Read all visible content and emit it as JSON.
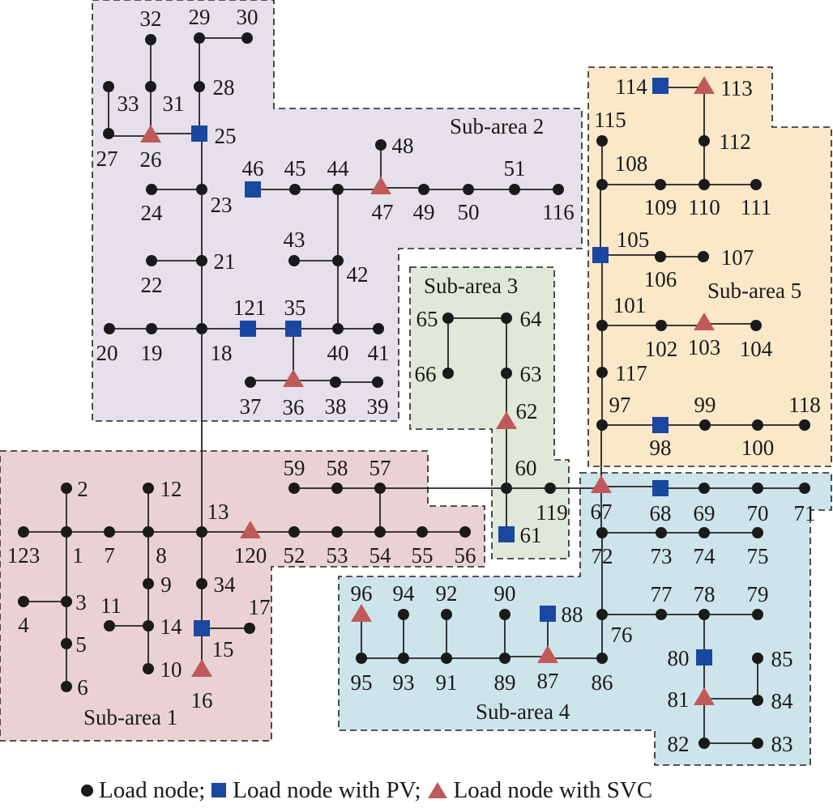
{
  "figure": {
    "type": "distribution network partition diagram",
    "colors": {
      "load_node": "#1a1a1a",
      "pv_node": "#1a47a0",
      "svc_node": "#c05a5a",
      "sub_area_1": "#ead2d4",
      "sub_area_2": "#e5e0ea",
      "sub_area_3": "#e0e9d9",
      "sub_area_4": "#cde4ea",
      "sub_area_5": "#fae8c8"
    }
  },
  "sub_areas": [
    {
      "id": "1",
      "label": "Sub-area 1"
    },
    {
      "id": "2",
      "label": "Sub-area 2"
    },
    {
      "id": "3",
      "label": "Sub-area 3"
    },
    {
      "id": "4",
      "label": "Sub-area 4"
    },
    {
      "id": "5",
      "label": "Sub-area 5"
    }
  ],
  "nodes": [
    {
      "id": "1",
      "type": "load",
      "area": "1"
    },
    {
      "id": "2",
      "type": "load",
      "area": "1"
    },
    {
      "id": "3",
      "type": "load",
      "area": "1"
    },
    {
      "id": "4",
      "type": "load",
      "area": "1"
    },
    {
      "id": "5",
      "type": "load",
      "area": "1"
    },
    {
      "id": "6",
      "type": "load",
      "area": "1"
    },
    {
      "id": "7",
      "type": "load",
      "area": "1"
    },
    {
      "id": "8",
      "type": "load",
      "area": "1"
    },
    {
      "id": "9",
      "type": "load",
      "area": "1"
    },
    {
      "id": "10",
      "type": "load",
      "area": "1"
    },
    {
      "id": "11",
      "type": "load",
      "area": "1"
    },
    {
      "id": "12",
      "type": "load",
      "area": "1"
    },
    {
      "id": "13",
      "type": "load",
      "area": "1"
    },
    {
      "id": "14",
      "type": "load",
      "area": "1"
    },
    {
      "id": "15",
      "type": "pv",
      "area": "1"
    },
    {
      "id": "16",
      "type": "svc",
      "area": "1"
    },
    {
      "id": "17",
      "type": "load",
      "area": "1"
    },
    {
      "id": "34",
      "type": "load",
      "area": "1"
    },
    {
      "id": "52",
      "type": "load",
      "area": "1"
    },
    {
      "id": "53",
      "type": "load",
      "area": "1"
    },
    {
      "id": "54",
      "type": "load",
      "area": "1"
    },
    {
      "id": "55",
      "type": "load",
      "area": "1"
    },
    {
      "id": "56",
      "type": "load",
      "area": "1"
    },
    {
      "id": "57",
      "type": "load",
      "area": "1"
    },
    {
      "id": "58",
      "type": "load",
      "area": "1"
    },
    {
      "id": "59",
      "type": "load",
      "area": "1"
    },
    {
      "id": "120",
      "type": "svc",
      "area": "1"
    },
    {
      "id": "123",
      "type": "load",
      "area": "1"
    },
    {
      "id": "18",
      "type": "load",
      "area": "2"
    },
    {
      "id": "19",
      "type": "load",
      "area": "2"
    },
    {
      "id": "20",
      "type": "load",
      "area": "2"
    },
    {
      "id": "21",
      "type": "load",
      "area": "2"
    },
    {
      "id": "22",
      "type": "load",
      "area": "2"
    },
    {
      "id": "23",
      "type": "load",
      "area": "2"
    },
    {
      "id": "24",
      "type": "load",
      "area": "2"
    },
    {
      "id": "25",
      "type": "pv",
      "area": "2"
    },
    {
      "id": "26",
      "type": "svc",
      "area": "2"
    },
    {
      "id": "27",
      "type": "load",
      "area": "2"
    },
    {
      "id": "28",
      "type": "load",
      "area": "2"
    },
    {
      "id": "29",
      "type": "load",
      "area": "2"
    },
    {
      "id": "30",
      "type": "load",
      "area": "2"
    },
    {
      "id": "31",
      "type": "load",
      "area": "2"
    },
    {
      "id": "32",
      "type": "load",
      "area": "2"
    },
    {
      "id": "33",
      "type": "load",
      "area": "2"
    },
    {
      "id": "35",
      "type": "pv",
      "area": "2"
    },
    {
      "id": "36",
      "type": "svc",
      "area": "2"
    },
    {
      "id": "37",
      "type": "load",
      "area": "2"
    },
    {
      "id": "38",
      "type": "load",
      "area": "2"
    },
    {
      "id": "39",
      "type": "load",
      "area": "2"
    },
    {
      "id": "40",
      "type": "load",
      "area": "2"
    },
    {
      "id": "41",
      "type": "load",
      "area": "2"
    },
    {
      "id": "42",
      "type": "load",
      "area": "2"
    },
    {
      "id": "43",
      "type": "load",
      "area": "2"
    },
    {
      "id": "44",
      "type": "load",
      "area": "2"
    },
    {
      "id": "45",
      "type": "load",
      "area": "2"
    },
    {
      "id": "46",
      "type": "pv",
      "area": "2"
    },
    {
      "id": "47",
      "type": "svc",
      "area": "2"
    },
    {
      "id": "48",
      "type": "load",
      "area": "2"
    },
    {
      "id": "49",
      "type": "load",
      "area": "2"
    },
    {
      "id": "50",
      "type": "load",
      "area": "2"
    },
    {
      "id": "51",
      "type": "load",
      "area": "2"
    },
    {
      "id": "116",
      "type": "load",
      "area": "2"
    },
    {
      "id": "121",
      "type": "pv",
      "area": "2"
    },
    {
      "id": "60",
      "type": "load",
      "area": "3"
    },
    {
      "id": "61",
      "type": "pv",
      "area": "3"
    },
    {
      "id": "62",
      "type": "svc",
      "area": "3"
    },
    {
      "id": "63",
      "type": "load",
      "area": "3"
    },
    {
      "id": "64",
      "type": "load",
      "area": "3"
    },
    {
      "id": "65",
      "type": "load",
      "area": "3"
    },
    {
      "id": "66",
      "type": "load",
      "area": "3"
    },
    {
      "id": "119",
      "type": "load",
      "area": "3"
    },
    {
      "id": "67",
      "type": "svc",
      "area": "4"
    },
    {
      "id": "68",
      "type": "pv",
      "area": "4"
    },
    {
      "id": "69",
      "type": "load",
      "area": "4"
    },
    {
      "id": "70",
      "type": "load",
      "area": "4"
    },
    {
      "id": "71",
      "type": "load",
      "area": "4"
    },
    {
      "id": "72",
      "type": "load",
      "area": "4"
    },
    {
      "id": "73",
      "type": "load",
      "area": "4"
    },
    {
      "id": "74",
      "type": "load",
      "area": "4"
    },
    {
      "id": "75",
      "type": "load",
      "area": "4"
    },
    {
      "id": "76",
      "type": "load",
      "area": "4"
    },
    {
      "id": "77",
      "type": "load",
      "area": "4"
    },
    {
      "id": "78",
      "type": "load",
      "area": "4"
    },
    {
      "id": "79",
      "type": "load",
      "area": "4"
    },
    {
      "id": "80",
      "type": "pv",
      "area": "4"
    },
    {
      "id": "81",
      "type": "svc",
      "area": "4"
    },
    {
      "id": "82",
      "type": "load",
      "area": "4"
    },
    {
      "id": "83",
      "type": "load",
      "area": "4"
    },
    {
      "id": "84",
      "type": "load",
      "area": "4"
    },
    {
      "id": "85",
      "type": "load",
      "area": "4"
    },
    {
      "id": "86",
      "type": "load",
      "area": "4"
    },
    {
      "id": "87",
      "type": "svc",
      "area": "4"
    },
    {
      "id": "88",
      "type": "pv",
      "area": "4"
    },
    {
      "id": "89",
      "type": "load",
      "area": "4"
    },
    {
      "id": "90",
      "type": "load",
      "area": "4"
    },
    {
      "id": "91",
      "type": "load",
      "area": "4"
    },
    {
      "id": "92",
      "type": "load",
      "area": "4"
    },
    {
      "id": "93",
      "type": "load",
      "area": "4"
    },
    {
      "id": "94",
      "type": "load",
      "area": "4"
    },
    {
      "id": "95",
      "type": "load",
      "area": "4"
    },
    {
      "id": "96",
      "type": "svc",
      "area": "4"
    },
    {
      "id": "97",
      "type": "load",
      "area": "5"
    },
    {
      "id": "98",
      "type": "pv",
      "area": "5"
    },
    {
      "id": "99",
      "type": "load",
      "area": "5"
    },
    {
      "id": "100",
      "type": "load",
      "area": "5"
    },
    {
      "id": "101",
      "type": "load",
      "area": "5"
    },
    {
      "id": "102",
      "type": "load",
      "area": "5"
    },
    {
      "id": "103",
      "type": "svc",
      "area": "5"
    },
    {
      "id": "104",
      "type": "load",
      "area": "5"
    },
    {
      "id": "105",
      "type": "pv",
      "area": "5"
    },
    {
      "id": "106",
      "type": "load",
      "area": "5"
    },
    {
      "id": "107",
      "type": "load",
      "area": "5"
    },
    {
      "id": "108",
      "type": "load",
      "area": "5"
    },
    {
      "id": "109",
      "type": "load",
      "area": "5"
    },
    {
      "id": "110",
      "type": "load",
      "area": "5"
    },
    {
      "id": "111",
      "type": "load",
      "area": "5"
    },
    {
      "id": "112",
      "type": "load",
      "area": "5"
    },
    {
      "id": "113",
      "type": "svc",
      "area": "5"
    },
    {
      "id": "114",
      "type": "pv",
      "area": "5"
    },
    {
      "id": "115",
      "type": "load",
      "area": "5"
    },
    {
      "id": "117",
      "type": "load",
      "area": "5"
    },
    {
      "id": "118",
      "type": "load",
      "area": "5"
    }
  ],
  "edges": [
    [
      "123",
      "1"
    ],
    [
      "1",
      "7"
    ],
    [
      "7",
      "8"
    ],
    [
      "8",
      "13"
    ],
    [
      "13",
      "120"
    ],
    [
      "120",
      "52"
    ],
    [
      "52",
      "53"
    ],
    [
      "53",
      "54"
    ],
    [
      "54",
      "55"
    ],
    [
      "55",
      "56"
    ],
    [
      "1",
      "2"
    ],
    [
      "1",
      "3"
    ],
    [
      "3",
      "4"
    ],
    [
      "3",
      "5"
    ],
    [
      "5",
      "6"
    ],
    [
      "8",
      "12"
    ],
    [
      "8",
      "9"
    ],
    [
      "9",
      "14"
    ],
    [
      "14",
      "11"
    ],
    [
      "14",
      "10"
    ],
    [
      "13",
      "34"
    ],
    [
      "34",
      "15"
    ],
    [
      "15",
      "17"
    ],
    [
      "15",
      "16"
    ],
    [
      "54",
      "57"
    ],
    [
      "57",
      "58"
    ],
    [
      "58",
      "59"
    ],
    [
      "57",
      "60"
    ],
    [
      "13",
      "18"
    ],
    [
      "18",
      "19"
    ],
    [
      "19",
      "20"
    ],
    [
      "18",
      "21"
    ],
    [
      "21",
      "22"
    ],
    [
      "21",
      "23"
    ],
    [
      "23",
      "24"
    ],
    [
      "23",
      "25"
    ],
    [
      "25",
      "26"
    ],
    [
      "26",
      "27"
    ],
    [
      "27",
      "33"
    ],
    [
      "26",
      "31"
    ],
    [
      "31",
      "32"
    ],
    [
      "25",
      "28"
    ],
    [
      "28",
      "29"
    ],
    [
      "29",
      "30"
    ],
    [
      "18",
      "121"
    ],
    [
      "121",
      "35"
    ],
    [
      "35",
      "40"
    ],
    [
      "40",
      "41"
    ],
    [
      "35",
      "36"
    ],
    [
      "36",
      "37"
    ],
    [
      "36",
      "38"
    ],
    [
      "38",
      "39"
    ],
    [
      "40",
      "42"
    ],
    [
      "42",
      "43"
    ],
    [
      "42",
      "44"
    ],
    [
      "44",
      "45"
    ],
    [
      "45",
      "46"
    ],
    [
      "44",
      "47"
    ],
    [
      "47",
      "48"
    ],
    [
      "47",
      "49"
    ],
    [
      "49",
      "50"
    ],
    [
      "50",
      "51"
    ],
    [
      "51",
      "116"
    ],
    [
      "60",
      "61"
    ],
    [
      "60",
      "62"
    ],
    [
      "62",
      "63"
    ],
    [
      "63",
      "64"
    ],
    [
      "64",
      "65"
    ],
    [
      "65",
      "66"
    ],
    [
      "60",
      "119"
    ],
    [
      "119",
      "67"
    ],
    [
      "67",
      "68"
    ],
    [
      "68",
      "69"
    ],
    [
      "69",
      "70"
    ],
    [
      "70",
      "71"
    ],
    [
      "67",
      "72"
    ],
    [
      "72",
      "73"
    ],
    [
      "73",
      "74"
    ],
    [
      "74",
      "75"
    ],
    [
      "72",
      "76"
    ],
    [
      "76",
      "77"
    ],
    [
      "77",
      "78"
    ],
    [
      "78",
      "79"
    ],
    [
      "78",
      "80"
    ],
    [
      "80",
      "81"
    ],
    [
      "81",
      "84"
    ],
    [
      "84",
      "85"
    ],
    [
      "81",
      "82"
    ],
    [
      "82",
      "83"
    ],
    [
      "76",
      "86"
    ],
    [
      "86",
      "87"
    ],
    [
      "87",
      "88"
    ],
    [
      "87",
      "89"
    ],
    [
      "89",
      "90"
    ],
    [
      "89",
      "91"
    ],
    [
      "91",
      "92"
    ],
    [
      "91",
      "93"
    ],
    [
      "93",
      "94"
    ],
    [
      "93",
      "95"
    ],
    [
      "95",
      "96"
    ],
    [
      "67",
      "97"
    ],
    [
      "97",
      "98"
    ],
    [
      "98",
      "99"
    ],
    [
      "99",
      "100"
    ],
    [
      "100",
      "118"
    ],
    [
      "97",
      "117"
    ],
    [
      "117",
      "101"
    ],
    [
      "101",
      "102"
    ],
    [
      "102",
      "103"
    ],
    [
      "103",
      "104"
    ],
    [
      "101",
      "105"
    ],
    [
      "105",
      "106"
    ],
    [
      "106",
      "107"
    ],
    [
      "105",
      "108"
    ],
    [
      "108",
      "109"
    ],
    [
      "109",
      "110"
    ],
    [
      "110",
      "111"
    ],
    [
      "110",
      "112"
    ],
    [
      "112",
      "113"
    ],
    [
      "113",
      "114"
    ],
    [
      "108",
      "115"
    ]
  ],
  "legend": {
    "items": [
      {
        "symbol": "circle",
        "label": "Load node;"
      },
      {
        "symbol": "square",
        "label": "Load node with PV;"
      },
      {
        "symbol": "triangle",
        "label": "Load node with SVC"
      }
    ]
  }
}
